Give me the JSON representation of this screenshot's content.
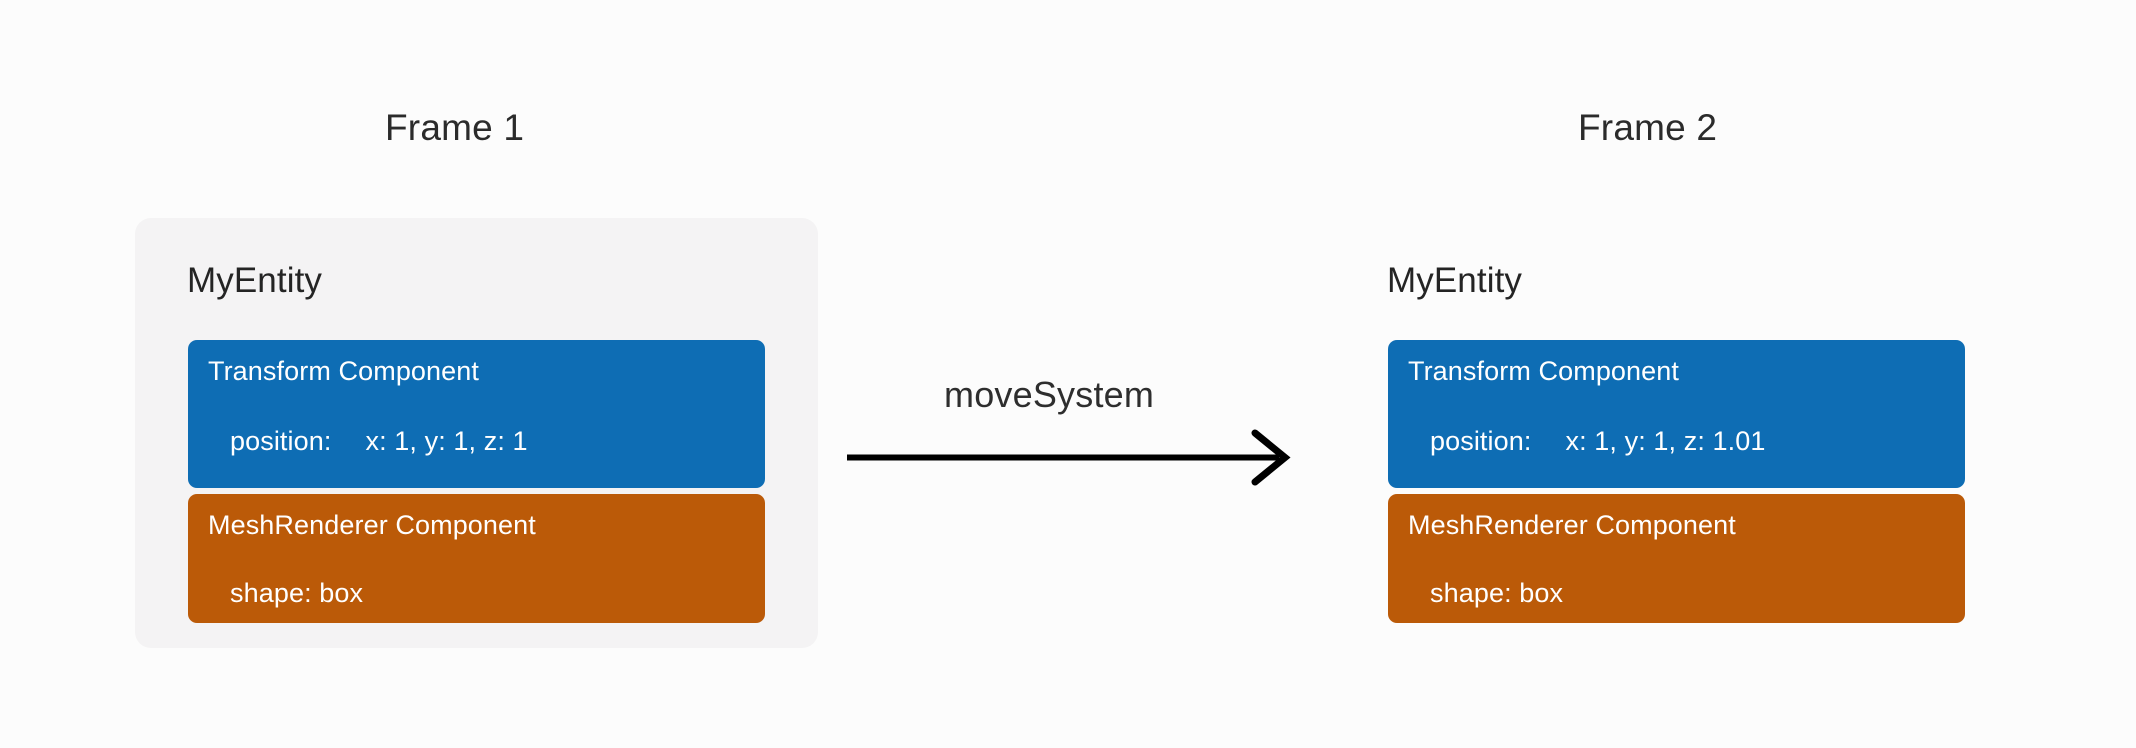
{
  "background_color": "#fcfcfc",
  "colors": {
    "frame_panel": "#f4f3f4",
    "transform_card": "#0e6db4",
    "meshrenderer_card": "#bb5a08",
    "text_dark": "#242424",
    "text_on_card": "#ffffff",
    "arrow": "#000000"
  },
  "frames": [
    {
      "title": "Frame 1",
      "entity_name": "MyEntity",
      "highlighted": true,
      "components": [
        {
          "name": "Transform Component",
          "type": "transform",
          "prop_key": "position:",
          "prop_value": "x: 1, y: 1, z: 1"
        },
        {
          "name": "MeshRenderer Component",
          "type": "meshrenderer",
          "prop_key": "shape: box",
          "prop_value": ""
        }
      ]
    },
    {
      "title": "Frame 2",
      "entity_name": "MyEntity",
      "highlighted": false,
      "components": [
        {
          "name": "Transform Component",
          "type": "transform",
          "prop_key": "position:",
          "prop_value": "x: 1, y: 1, z: 1.01"
        },
        {
          "name": "MeshRenderer Component",
          "type": "meshrenderer",
          "prop_key": "shape: box",
          "prop_value": ""
        }
      ]
    }
  ],
  "transition": {
    "label": "moveSystem",
    "arrow_direction": "right"
  }
}
